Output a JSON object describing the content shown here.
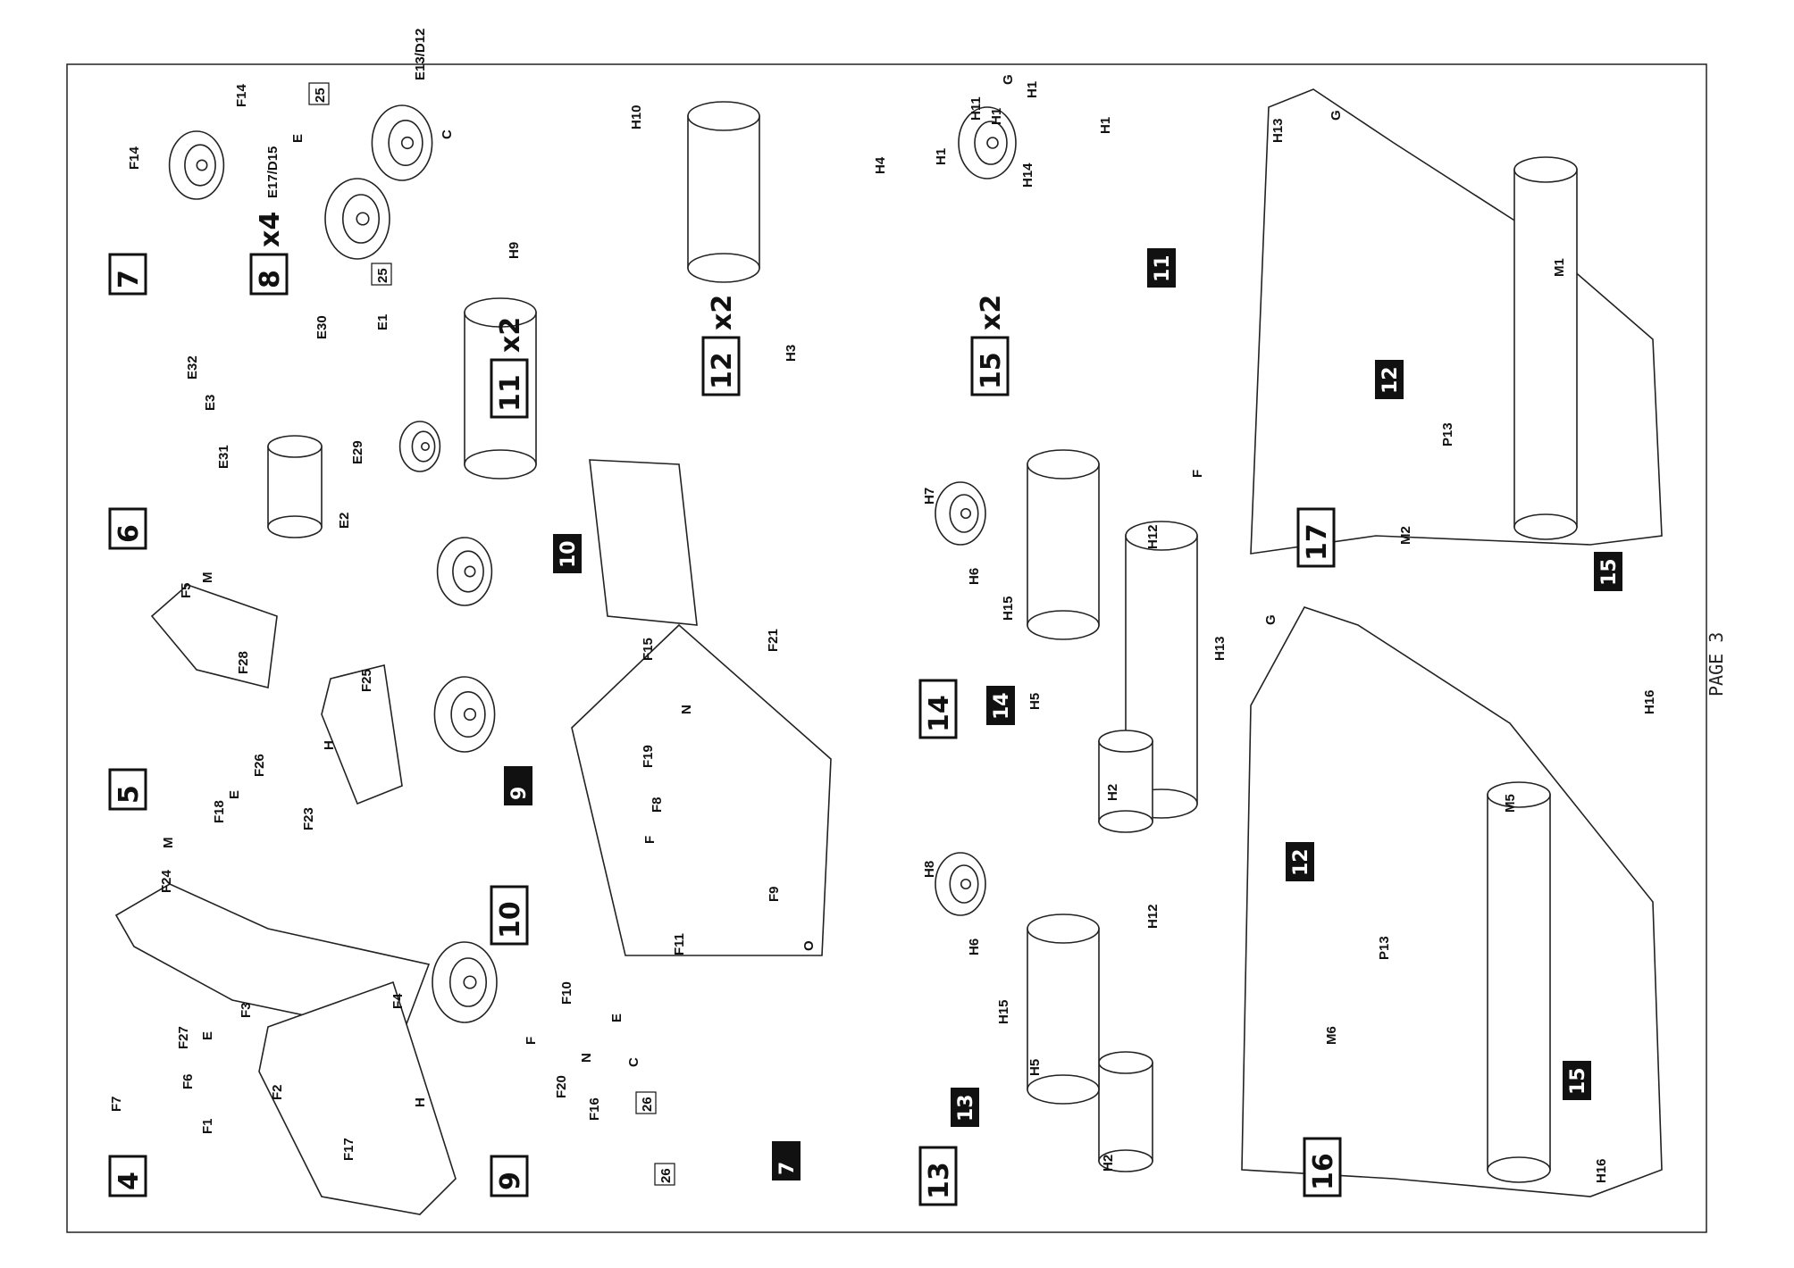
{
  "page_label": "PAGE 3",
  "steps": [
    {
      "number": "4",
      "multiplier": "",
      "parts": [
        "F24",
        "F7",
        "F6",
        "F1",
        "F2",
        "F3",
        "F4",
        "F17",
        "F27",
        "M",
        "E",
        "H"
      ]
    },
    {
      "number": "5",
      "multiplier": "",
      "parts": [
        "F5",
        "F28",
        "F25",
        "F26",
        "F18",
        "F23",
        "M",
        "H",
        "E"
      ]
    },
    {
      "number": "6",
      "multiplier": "",
      "parts": [
        "E32",
        "E3",
        "E30",
        "E1",
        "E29",
        "E31",
        "E2"
      ]
    },
    {
      "number": "7",
      "multiplier": "",
      "parts": [
        "F14",
        "F14"
      ]
    },
    {
      "number": "8",
      "multiplier": "x4",
      "parts": [
        "E17/D15",
        "E13/D12",
        "25",
        "25",
        "E",
        "C"
      ]
    },
    {
      "number": "9",
      "multiplier": "",
      "parts": [
        "F20",
        "F10",
        "F16",
        "26",
        "26",
        "F",
        "N",
        "E",
        "C"
      ]
    },
    {
      "number": "10",
      "multiplier": "",
      "parts": [
        "F11",
        "F8",
        "F19",
        "F15",
        "F21",
        "F9",
        "O",
        "N",
        "F"
      ]
    },
    {
      "number": "11",
      "multiplier": "x2",
      "parts": [
        "H9",
        "H10"
      ]
    },
    {
      "number": "12",
      "multiplier": "x2",
      "parts": [
        "H3",
        "H4"
      ]
    },
    {
      "number": "13",
      "multiplier": "",
      "parts": [
        "H2",
        "H5",
        "H15",
        "H6",
        "H8",
        "H12"
      ]
    },
    {
      "number": "14",
      "multiplier": "",
      "parts": [
        "H2",
        "H5",
        "H15",
        "H6",
        "H7",
        "H12"
      ]
    },
    {
      "number": "15",
      "multiplier": "x2",
      "parts": [
        "H1",
        "H11",
        "H14",
        "H1",
        "H1",
        "H1",
        "G",
        "F"
      ]
    },
    {
      "number": "16",
      "multiplier": "",
      "parts": [
        "M6",
        "P13",
        "M5",
        "H13",
        "H16",
        "G"
      ]
    },
    {
      "number": "17",
      "multiplier": "",
      "parts": [
        "M2",
        "P13",
        "M1",
        "H13",
        "H16",
        "G"
      ]
    }
  ],
  "subassembly_refs": [
    "7",
    "9",
    "10",
    "11",
    "12",
    "12",
    "13",
    "14",
    "15",
    "15"
  ]
}
